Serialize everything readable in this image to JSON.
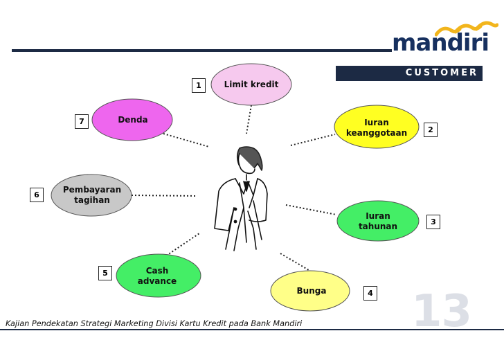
{
  "header": {
    "section_title": "CUSTOMER"
  },
  "logo": {
    "text": "mandiri",
    "accent_color": "#f2b51c",
    "brand_color": "#17305f"
  },
  "center": {
    "icon": "business-person-icon"
  },
  "nodes": [
    {
      "number": "1",
      "label": "Limit kredit",
      "color": "#f6c9ee"
    },
    {
      "number": "2",
      "label": "Iuran\nkeanggotaan",
      "color": "#ffff22"
    },
    {
      "number": "3",
      "label": "Iuran\ntahunan",
      "color": "#44ee66"
    },
    {
      "number": "4",
      "label": "Bunga",
      "color": "#ffff88"
    },
    {
      "number": "5",
      "label": "Cash\nadvance",
      "color": "#44ee66"
    },
    {
      "number": "6",
      "label": "Pembayaran\ntagihan",
      "color": "#c8c8c8"
    },
    {
      "number": "7",
      "label": "Denda",
      "color": "#ee66ee"
    }
  ],
  "footer": {
    "caption": "Kajian Pendekatan Strategi Marketing Divisi Kartu Kredit pada Bank Mandiri"
  },
  "page_number": "13"
}
